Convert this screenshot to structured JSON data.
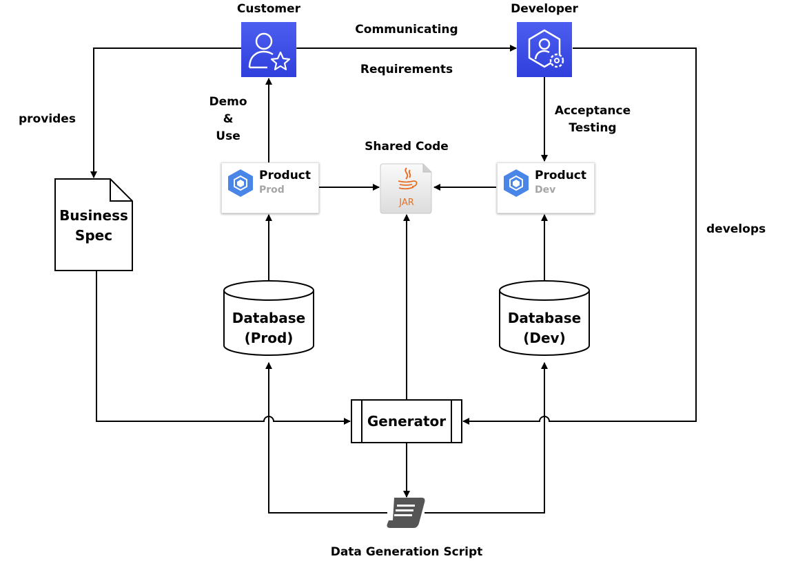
{
  "nodes": {
    "customer": {
      "label": "Customer"
    },
    "developer": {
      "label": "Developer"
    },
    "product_prod": {
      "title": "Product",
      "subtitle": "Prod"
    },
    "product_dev": {
      "title": "Product",
      "subtitle": "Dev"
    },
    "shared_code": {
      "label": "Shared Code",
      "icon_text": "JAR"
    },
    "business_spec": {
      "line1": "Business",
      "line2": "Spec"
    },
    "database_prod": {
      "line1": "Database",
      "line2": "(Prod)"
    },
    "database_dev": {
      "line1": "Database",
      "line2": "(Dev)"
    },
    "generator": {
      "label": "Generator"
    },
    "script": {
      "label": "Data Generation Script"
    }
  },
  "edges": {
    "communicating": "Communicating",
    "requirements": "Requirements",
    "provides": "provides",
    "demo_line1": "Demo",
    "demo_line2": "&",
    "demo_line3": "Use",
    "acceptance_line1": "Acceptance",
    "acceptance_line2": "Testing",
    "develops": "develops"
  },
  "colors": {
    "actor_fill": "#3b4ee8",
    "product_icon": "#4a86e8",
    "java_orange": "#e76f24",
    "script_gray": "#555555",
    "line": "#000000"
  },
  "icons": {
    "customer": "user-star-icon",
    "developer": "user-gear-hexagon-icon",
    "product": "gcp-hexagon-icon",
    "shared_code": "java-jar-icon",
    "script": "scroll-icon"
  }
}
